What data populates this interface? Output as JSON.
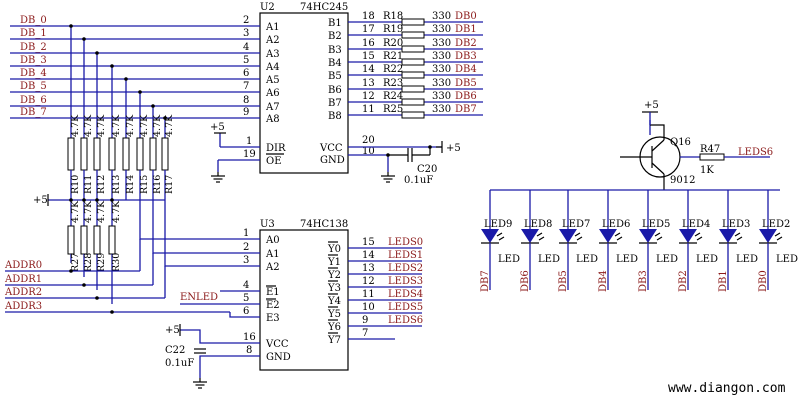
{
  "u2": {
    "ref": "U2",
    "part": "74HC245",
    "left_pins": [
      {
        "num": "2",
        "name": "A1"
      },
      {
        "num": "3",
        "name": "A2"
      },
      {
        "num": "4",
        "name": "A3"
      },
      {
        "num": "5",
        "name": "A4"
      },
      {
        "num": "6",
        "name": "A5"
      },
      {
        "num": "7",
        "name": "A6"
      },
      {
        "num": "8",
        "name": "A7"
      },
      {
        "num": "9",
        "name": "A8"
      },
      {
        "num": "1",
        "name": "DIR"
      },
      {
        "num": "19",
        "name": "OE"
      }
    ],
    "right_pins": [
      {
        "num": "18",
        "name": "B1",
        "res": "R18",
        "val": "330",
        "net": "DB0"
      },
      {
        "num": "17",
        "name": "B2",
        "res": "R19",
        "val": "330",
        "net": "DB1"
      },
      {
        "num": "16",
        "name": "B3",
        "res": "R20",
        "val": "330",
        "net": "DB2"
      },
      {
        "num": "15",
        "name": "B4",
        "res": "R21",
        "val": "330",
        "net": "DB3"
      },
      {
        "num": "14",
        "name": "B5",
        "res": "R22",
        "val": "330",
        "net": "DB4"
      },
      {
        "num": "13",
        "name": "B6",
        "res": "R23",
        "val": "330",
        "net": "DB5"
      },
      {
        "num": "12",
        "name": "B7",
        "res": "R24",
        "val": "330",
        "net": "DB6"
      },
      {
        "num": "11",
        "name": "B8",
        "res": "R25",
        "val": "330",
        "net": "DB7"
      }
    ],
    "vcc": {
      "num": "20",
      "name": "VCC"
    },
    "gnd": {
      "num": "10",
      "name": "GND"
    },
    "cap": {
      "ref": "C20",
      "val": "0.1uF"
    },
    "plus": "+5"
  },
  "db_nets": [
    "DB_0",
    "DB_1",
    "DB_2",
    "DB_3",
    "DB_4",
    "DB_5",
    "DB_6",
    "DB_7"
  ],
  "pullups": {
    "upper": [
      {
        "ref": "R10",
        "val": "4.7K"
      },
      {
        "ref": "R11",
        "val": "4.7K"
      },
      {
        "ref": "R12",
        "val": "4.7K"
      },
      {
        "ref": "R13",
        "val": "4.7K"
      },
      {
        "ref": "R14",
        "val": "4.7K"
      },
      {
        "ref": "R15",
        "val": "4.7K"
      },
      {
        "ref": "R16",
        "val": "4.7K"
      },
      {
        "ref": "R17",
        "val": "4.7K"
      }
    ],
    "lower": [
      {
        "ref": "R27",
        "val": "4.7K"
      },
      {
        "ref": "R28",
        "val": "4.7K"
      },
      {
        "ref": "R29",
        "val": "4.7K"
      },
      {
        "ref": "R30",
        "val": "4.7K"
      }
    ],
    "plus": "+5"
  },
  "u3": {
    "ref": "U3",
    "part": "74HC138",
    "left_pins": [
      {
        "num": "1",
        "name": "A0"
      },
      {
        "num": "2",
        "name": "A1"
      },
      {
        "num": "3",
        "name": "A2"
      },
      {
        "num": "4",
        "name": "E1"
      },
      {
        "num": "5",
        "name": "E2"
      },
      {
        "num": "6",
        "name": "E3"
      },
      {
        "num": "16",
        "name": "VCC"
      },
      {
        "num": "8",
        "name": "GND"
      }
    ],
    "right_pins": [
      {
        "num": "15",
        "name": "Y0",
        "net": "LEDS0"
      },
      {
        "num": "14",
        "name": "Y1",
        "net": "LEDS1"
      },
      {
        "num": "13",
        "name": "Y2",
        "net": "LEDS2"
      },
      {
        "num": "12",
        "name": "Y3",
        "net": "LEDS3"
      },
      {
        "num": "11",
        "name": "Y4",
        "net": "LEDS4"
      },
      {
        "num": "10",
        "name": "Y5",
        "net": "LEDS5"
      },
      {
        "num": "9",
        "name": "Y6",
        "net": "LEDS6"
      },
      {
        "num": "7",
        "name": "Y7",
        "net": ""
      }
    ],
    "enled": "ENLED",
    "cap": {
      "ref": "C22",
      "val": "0.1uF"
    },
    "plus": "+5"
  },
  "addr_nets": [
    "ADDR0",
    "ADDR1",
    "ADDR2",
    "ADDR3"
  ],
  "transistor": {
    "ref": "Q16",
    "part": "9012",
    "plus": "+5",
    "res": "R47",
    "res_val": "1K",
    "net": "LEDS6"
  },
  "leds": [
    {
      "ref": "LED9",
      "label": "LED",
      "net": "DB7"
    },
    {
      "ref": "LED8",
      "label": "LED",
      "net": "DB6"
    },
    {
      "ref": "LED7",
      "label": "LED",
      "net": "DB5"
    },
    {
      "ref": "LED6",
      "label": "LED",
      "net": "DB4"
    },
    {
      "ref": "LED5",
      "label": "LED",
      "net": "DB3"
    },
    {
      "ref": "LED4",
      "label": "LED",
      "net": "DB2"
    },
    {
      "ref": "LED3",
      "label": "LED",
      "net": "DB1"
    },
    {
      "ref": "LED2",
      "label": "LED",
      "net": "DB0"
    }
  ],
  "watermark": "www.diangon.com"
}
